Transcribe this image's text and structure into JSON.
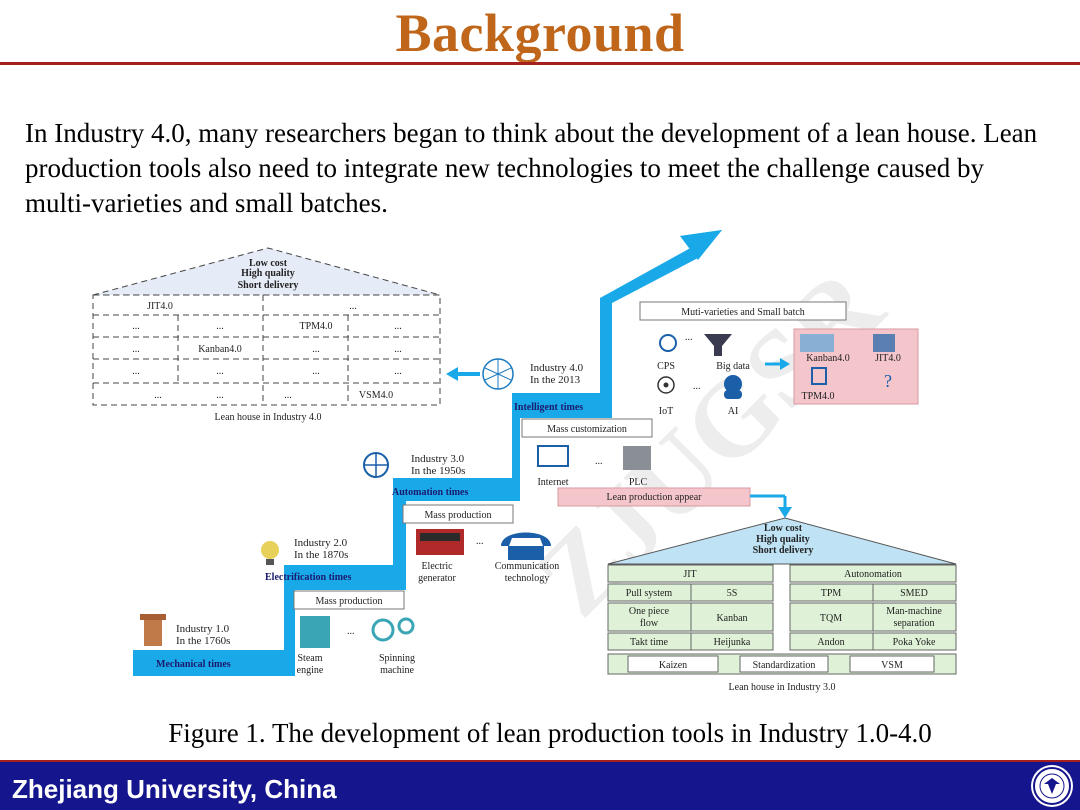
{
  "slide": {
    "title": "Background",
    "intro": "In Industry 4.0, many researchers began to think about the development of a lean house. Lean production tools also need to integrate new technologies to meet the challenge caused by multi-varieties and small batches.",
    "caption": "Figure 1. The development of lean production tools in Industry 1.0-4.0",
    "footer": "Zhejiang University, China"
  },
  "figure": {
    "house40": {
      "roof": [
        "Low cost",
        "High quality",
        "Short delivery"
      ],
      "rows": [
        [
          "JIT4.0",
          "",
          "",
          "..."
        ],
        [
          "...",
          "...",
          "TPM4.0",
          "..."
        ],
        [
          "...",
          "Kanban4.0",
          "...",
          "..."
        ],
        [
          "...",
          "...",
          "...",
          "..."
        ],
        [
          "...",
          "...",
          "...",
          "VSM4.0"
        ]
      ],
      "caption": "Lean house in Industry 4.0"
    },
    "industries": [
      {
        "name": "Industry 4.0",
        "year": "In the 2013",
        "times": "Intelligent times"
      },
      {
        "name": "Industry 3.0",
        "year": "In the 1950s",
        "times": "Automation times"
      },
      {
        "name": "Industry 2.0",
        "year": "In the 1870s",
        "times": "Electrification times"
      },
      {
        "name": "Industry 1.0",
        "year": "In the 1760s",
        "times": "Mechanical times"
      }
    ],
    "ind4_box": "Muti-varieties and Small batch",
    "ind4_tech": [
      "CPS",
      "Big data",
      "IoT",
      "AI"
    ],
    "ind4_tools": [
      "Kanban4.0",
      "JIT4.0",
      "TPM4.0"
    ],
    "ind3_box": "Mass customization",
    "ind3_tech": [
      "Internet",
      "PLC"
    ],
    "lean_appear": "Lean production appear",
    "ind2_box": "Mass production",
    "ind2_tech": [
      "Electric",
      "generator",
      "Communication",
      "technology"
    ],
    "ind1_box": "Mass production",
    "ind1_tech": [
      "Steam",
      "engine",
      "Spinning",
      "machine"
    ],
    "ellipsis": "...",
    "house30": {
      "roof": [
        "Low cost",
        "High quality",
        "Short delivery"
      ],
      "jit": "JIT",
      "autonomation": "Autonomation",
      "left_cells": [
        "Pull system",
        "5S",
        "One piece",
        "flow",
        "Kanban",
        "Takt time",
        "Heijunka"
      ],
      "right_cells": [
        "TPM",
        "SMED",
        "TQM",
        "Man-machine",
        "separation",
        "Andon",
        "Poka Yoke"
      ],
      "base": [
        "Kaizen",
        "Standardization",
        "VSM"
      ],
      "caption": "Lean house in Industry 3.0"
    },
    "watermark": "ZJUGSR"
  },
  "colors": {
    "title": "#c0661a",
    "rule": "#a51f1f",
    "footer_bg": "#15158e",
    "stair": "#1aa9e8",
    "pink": "#f4c6cb"
  }
}
